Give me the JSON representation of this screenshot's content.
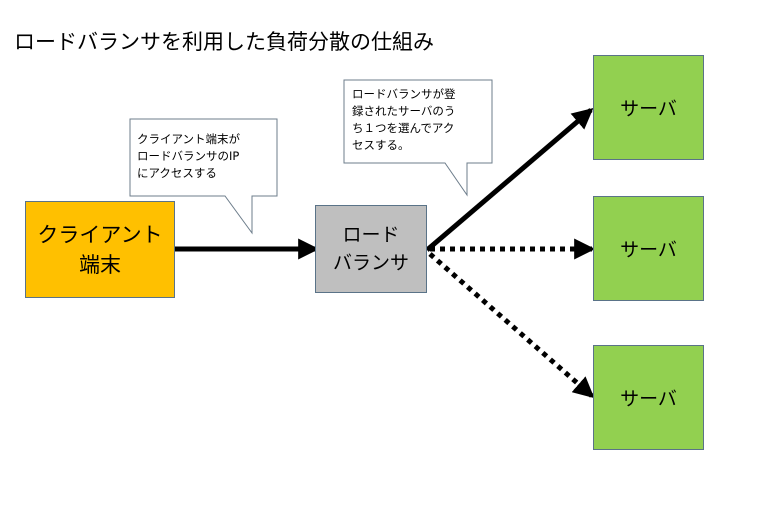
{
  "title": "ロードバランサを利用した負荷分散の仕組み",
  "client": {
    "label": "クライアント\n端末",
    "color": "#ffc000"
  },
  "load_balancer": {
    "label": "ロード\nバランサ",
    "color": "#bfbfbf"
  },
  "servers": [
    {
      "label": "サーバ",
      "color": "#92d050"
    },
    {
      "label": "サーバ",
      "color": "#92d050"
    },
    {
      "label": "サーバ",
      "color": "#92d050"
    }
  ],
  "callouts": {
    "client": "クライアント端末が\nロードバランサのIP\nにアクセスする",
    "load_balancer": "ロードバランサが登\n録されたサーバのう\nち１つを選んでアク\nセスする。"
  },
  "connections": {
    "client_to_lb": "solid",
    "lb_to_server_1": "solid",
    "lb_to_server_2": "dotted",
    "lb_to_server_3": "dotted"
  }
}
